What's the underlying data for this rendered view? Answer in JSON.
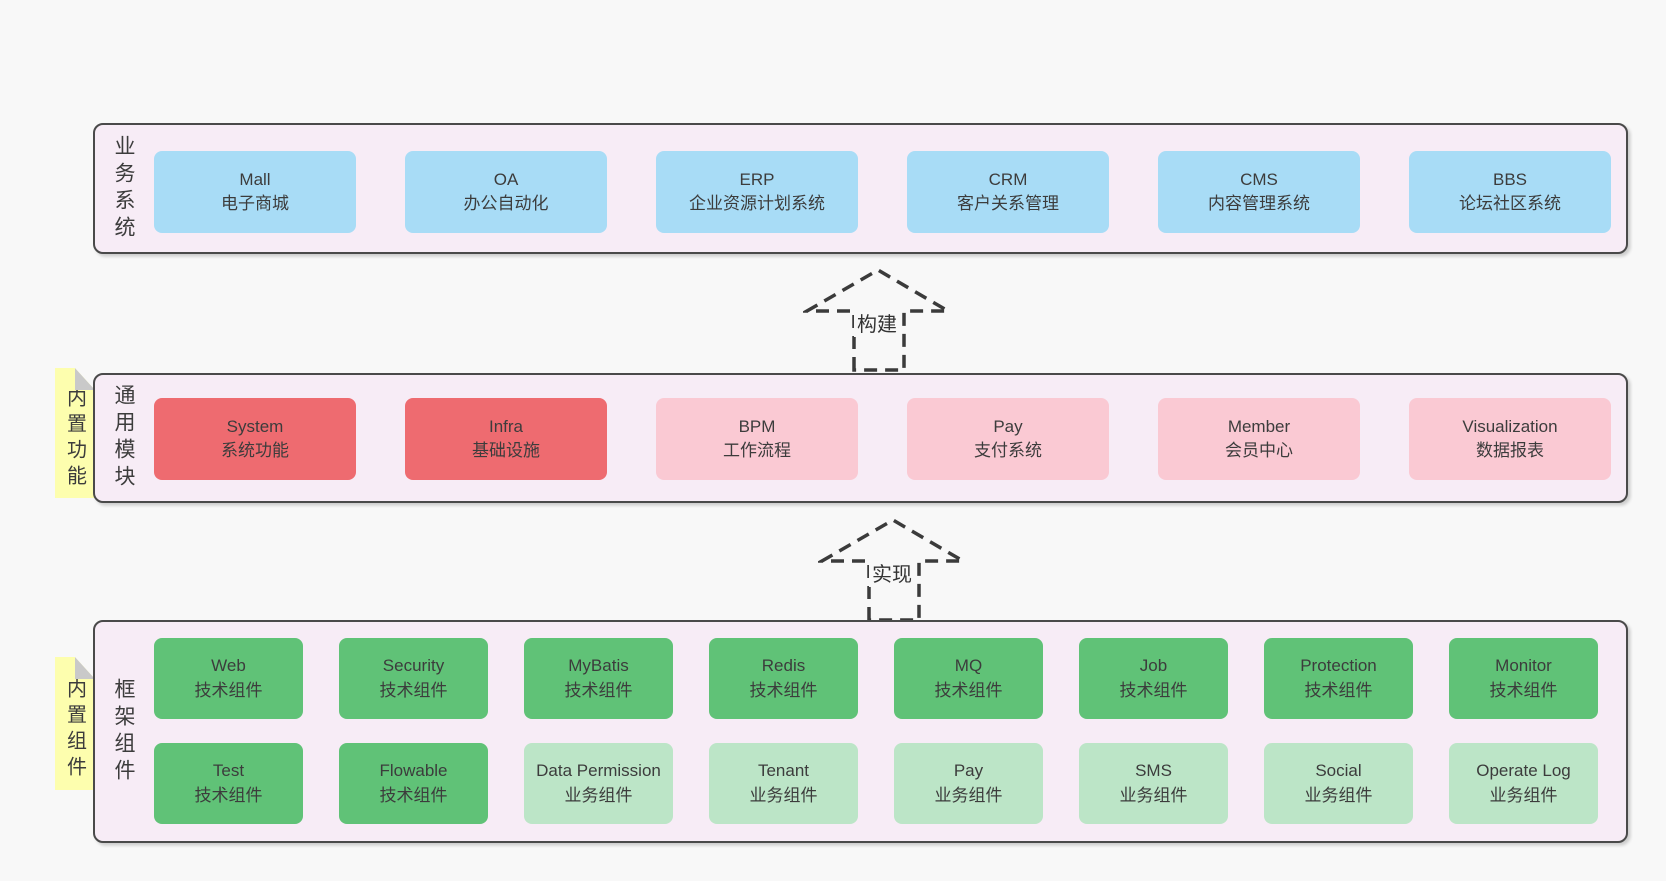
{
  "colors": {
    "page_bg": "#f8f8f8",
    "panel_bg": "#f7ecf6",
    "panel_border": "#4a4a4a",
    "box_blue": "#a8dcf6",
    "box_red": "#ee6b70",
    "box_pink": "#fac9d3",
    "box_green": "#60c277",
    "box_green_light": "#bce5c7",
    "sticky_yellow": "#fdfeae",
    "sticky_fold": "#c9c9c9",
    "text_dark": "#3c3c3c",
    "arrow_line": "#3b3b3b"
  },
  "sections": [
    {
      "label": "业务系统",
      "rows": [
        {
          "items": [
            {
              "title": "Mall",
              "subtitle": "电子商城",
              "variant": "blue"
            },
            {
              "title": "OA",
              "subtitle": "办公自动化",
              "variant": "blue"
            },
            {
              "title": "ERP",
              "subtitle": "企业资源计划系统",
              "variant": "blue"
            },
            {
              "title": "CRM",
              "subtitle": "客户关系管理",
              "variant": "blue"
            },
            {
              "title": "CMS",
              "subtitle": "内容管理系统",
              "variant": "blue"
            },
            {
              "title": "BBS",
              "subtitle": "论坛社区系统",
              "variant": "blue"
            }
          ]
        }
      ]
    },
    {
      "label": "通用模块",
      "sticky": "内置功能",
      "rows": [
        {
          "items": [
            {
              "title": "System",
              "subtitle": "系统功能",
              "variant": "red"
            },
            {
              "title": "Infra",
              "subtitle": "基础设施",
              "variant": "red"
            },
            {
              "title": "BPM",
              "subtitle": "工作流程",
              "variant": "pink"
            },
            {
              "title": "Pay",
              "subtitle": "支付系统",
              "variant": "pink"
            },
            {
              "title": "Member",
              "subtitle": "会员中心",
              "variant": "pink"
            },
            {
              "title": "Visualization",
              "subtitle": "数据报表",
              "variant": "pink"
            }
          ]
        }
      ]
    },
    {
      "label": "框架组件",
      "sticky": "内置组件",
      "rows": [
        {
          "items": [
            {
              "title": "Web",
              "subtitle": "技术组件",
              "variant": "green"
            },
            {
              "title": "Security",
              "subtitle": "技术组件",
              "variant": "green"
            },
            {
              "title": "MyBatis",
              "subtitle": "技术组件",
              "variant": "green"
            },
            {
              "title": "Redis",
              "subtitle": "技术组件",
              "variant": "green"
            },
            {
              "title": "MQ",
              "subtitle": "技术组件",
              "variant": "green"
            },
            {
              "title": "Job",
              "subtitle": "技术组件",
              "variant": "green"
            },
            {
              "title": "Protection",
              "subtitle": "技术组件",
              "variant": "green"
            },
            {
              "title": "Monitor",
              "subtitle": "技术组件",
              "variant": "green"
            }
          ]
        },
        {
          "items": [
            {
              "title": "Test",
              "subtitle": "技术组件",
              "variant": "green"
            },
            {
              "title": "Flowable",
              "subtitle": "技术组件",
              "variant": "green"
            },
            {
              "title": "Data Permission",
              "subtitle": "业务组件",
              "variant": "lightgreen"
            },
            {
              "title": "Tenant",
              "subtitle": "业务组件",
              "variant": "lightgreen"
            },
            {
              "title": "Pay",
              "subtitle": "业务组件",
              "variant": "lightgreen"
            },
            {
              "title": "SMS",
              "subtitle": "业务组件",
              "variant": "lightgreen"
            },
            {
              "title": "Social",
              "subtitle": "业务组件",
              "variant": "lightgreen"
            },
            {
              "title": "Operate Log",
              "subtitle": "业务组件",
              "variant": "lightgreen"
            }
          ]
        }
      ]
    }
  ],
  "arrows": [
    {
      "label": "构建"
    },
    {
      "label": "实现"
    }
  ]
}
